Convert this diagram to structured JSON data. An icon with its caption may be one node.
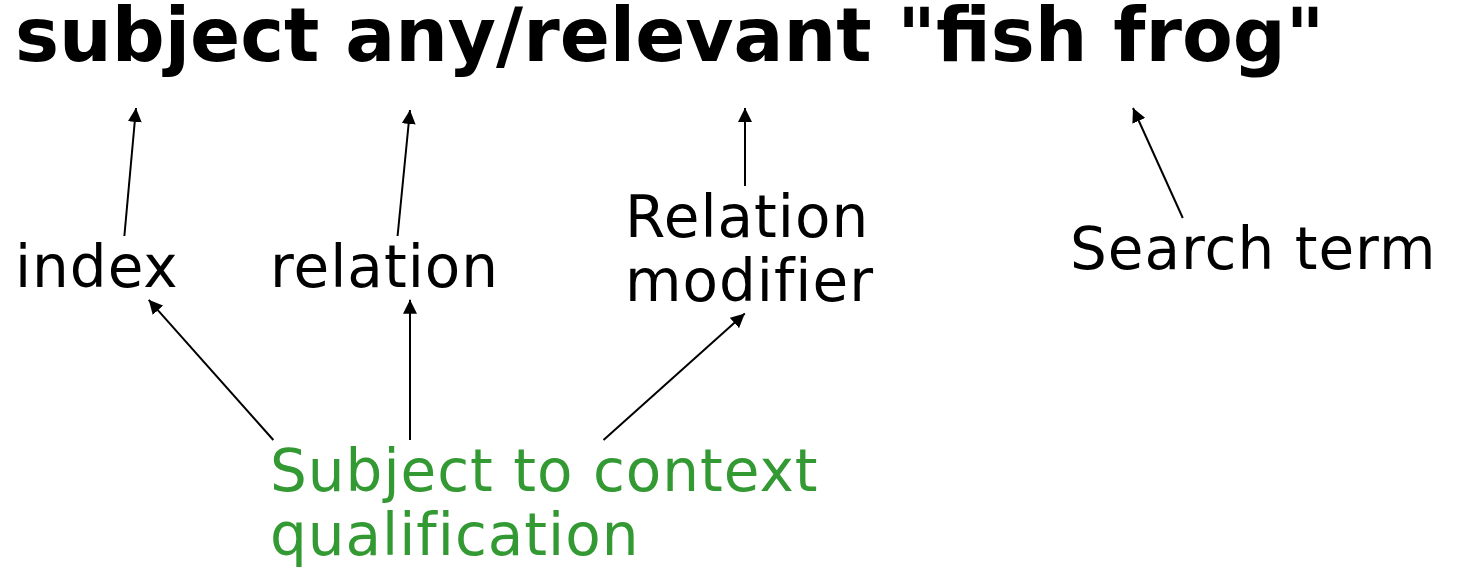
{
  "diagram": {
    "nodes": [
      {
        "text": [
          "index"
        ]
      },
      {
        "text": [
          "relation"
        ]
      },
      {
        "text": [
          "Relation modifier"
        ]
      },
      {
        "text": [
          "Search term"
        ]
      },
      {
        "text": [
          "Subject to context qualification"
        ]
      }
    ],
    "edges": [
      {
        "from": 0,
        "to": null,
        "arrow": "to"
      },
      {
        "from": 1,
        "to": null,
        "arrow": "to"
      },
      {
        "from": 2,
        "to": null,
        "arrow": "to"
      },
      {
        "from": 3,
        "to": null,
        "arrow": "to"
      },
      {
        "from": 4,
        "to": 0,
        "arrow": "to"
      },
      {
        "from": 4,
        "to": 1,
        "arrow": "to"
      },
      {
        "from": 4,
        "to": 2,
        "arrow": "to"
      }
    ],
    "labels": [
      "subject any/relevant \"fish frog\""
    ]
  }
}
